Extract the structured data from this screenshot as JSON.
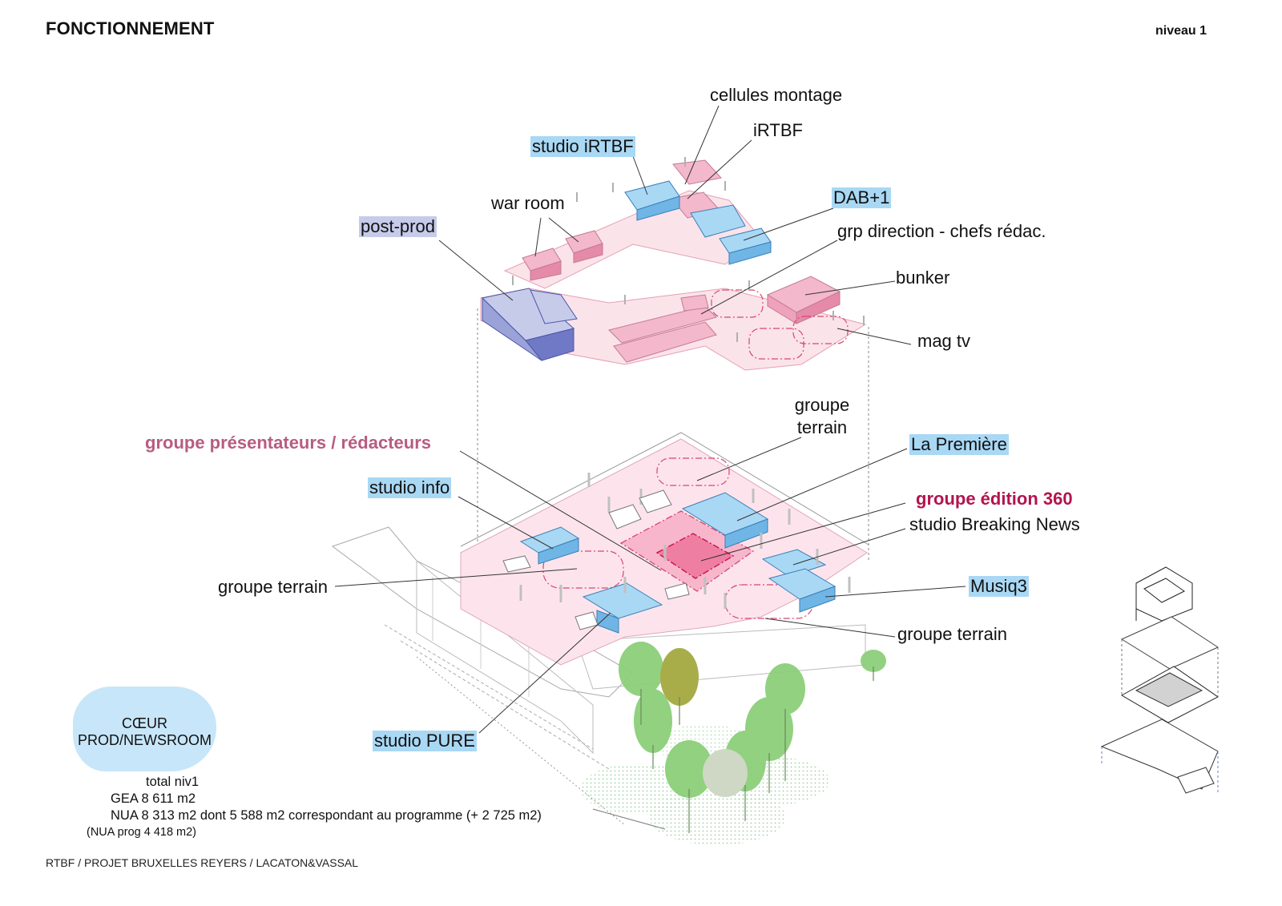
{
  "header": {
    "title": "FONCTIONNEMENT",
    "level": "niveau 1"
  },
  "labels": {
    "cellules_montage": "cellules montage",
    "irtbf": "iRTBF",
    "studio_irtbf": "studio iRTBF",
    "war_room": "war room",
    "dab": "DAB+1",
    "post_prod": "post-prod",
    "grp_direction": "grp direction - chefs rédac.",
    "bunker": "bunker",
    "mag_tv": "mag tv",
    "groupe_terrain_1a": "groupe",
    "groupe_terrain_1b": "terrain",
    "groupe_presentateurs": "groupe présentateurs / rédacteurs",
    "la_premiere": "La Première",
    "studio_info": "studio info",
    "groupe_edition": "groupe édition 360",
    "studio_breaking": "studio Breaking News",
    "groupe_terrain_2": "groupe terrain",
    "musiq3": "Musiq3",
    "groupe_terrain_3": "groupe terrain",
    "studio_pure": "studio PURE"
  },
  "legend": {
    "line1": "CŒUR",
    "line2": "PROD/NEWSROOM"
  },
  "stats": {
    "total": "total niv1",
    "gea": "GEA 8 611 m2",
    "nua": "NUA 8 313 m2 dont 5 588 m2 correspondant au programme (+ 2 725 m2)",
    "nua_prog": "(NUA prog 4 418 m2)"
  },
  "footer": "RTBF / PROJET BRUXELLES REYERS / LACATON&VASSAL",
  "colors": {
    "studio_blue": "#a9d8f4",
    "postprod_lavender": "#c6cbea",
    "zone_pink": "#f6cfdd",
    "edition_crimson": "#b3144d",
    "presentateurs_pink": "#b85c7f",
    "tree_green": "#8ccf7a"
  }
}
